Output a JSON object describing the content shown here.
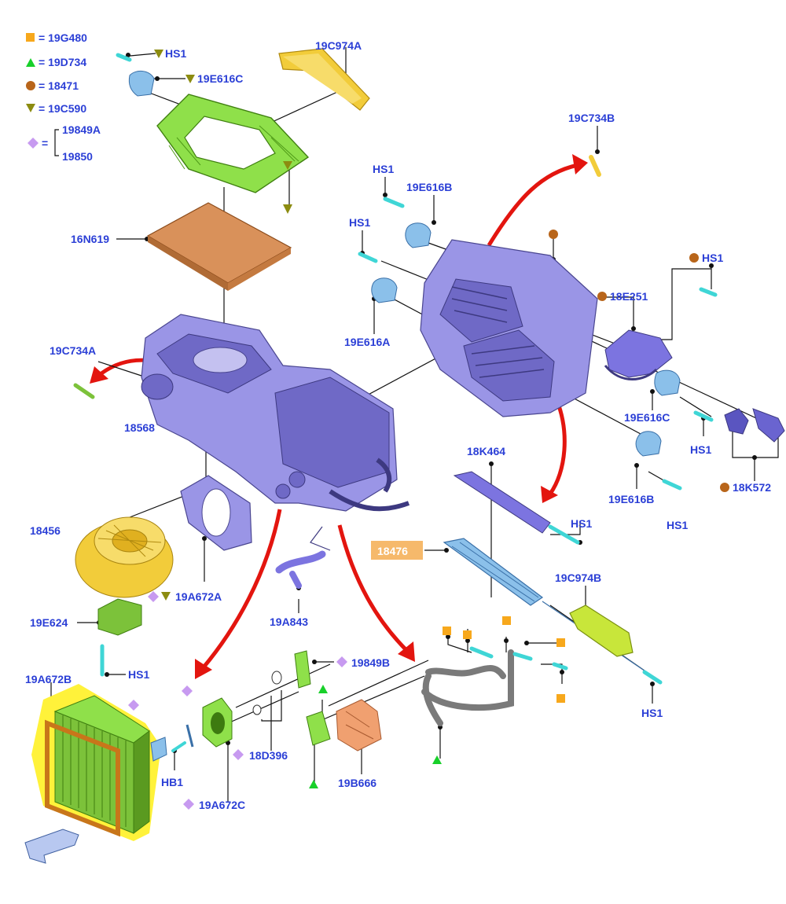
{
  "legend": {
    "items": [
      {
        "symbol": "square",
        "color": "#f7a81c",
        "label": "= 19G480"
      },
      {
        "symbol": "triangle",
        "color": "#18d02a",
        "label": "= 19D734"
      },
      {
        "symbol": "circle",
        "color": "#b8651a",
        "label": "= 18471"
      },
      {
        "symbol": "triangle-down",
        "color": "#8c8c10",
        "label": "= 19C590"
      }
    ],
    "diamond_eq": "=",
    "diamond_refs": [
      "19849A",
      "19850"
    ]
  },
  "labels": {
    "hs1_top": "HS1",
    "p19e616c_top": "19E616C",
    "p19c974a": "19C974A",
    "p16n619": "16N619",
    "p19c734b": "19C734B",
    "hs1_a": "HS1",
    "p19e616b_top": "19E616B",
    "hs1_b": "HS1",
    "p19e616a": "19E616A",
    "hs1_c": "HS1",
    "p18e251": "18E251",
    "p19c734a": "19C734A",
    "p18568": "18568",
    "p19e616c_r": "19E616C",
    "hs1_d": "HS1",
    "p18k464": "18K464",
    "p19e616b_r": "19E616B",
    "hs1_e": "HS1",
    "p18k572": "18K572",
    "p18456": "18456",
    "hs1_f": "HS1",
    "p18476": "18476",
    "p19a672a": "19A672A",
    "p19c974b": "19C974B",
    "p19e624": "19E624",
    "p19a843": "19A843",
    "hs1_g": "HS1",
    "p19849b": "19849B",
    "p19a672b": "19A672B",
    "p18d396": "18D396",
    "hb1": "HB1",
    "p19b666": "19B666",
    "p19a672c": "19A672C",
    "hs1_h": "HS1"
  },
  "colors": {
    "label_blue": "#2b3fd6",
    "highlight_orange": "#f6b96b",
    "arrow_red": "#e3150f",
    "part_violet": "#9a95e6",
    "part_yellow": "#f2cc3a",
    "part_green": "#8fe04a",
    "filter_brown": "#d9915a",
    "evap_yellow": "#fff23a",
    "screw_cyan": "#3fd6d6"
  }
}
